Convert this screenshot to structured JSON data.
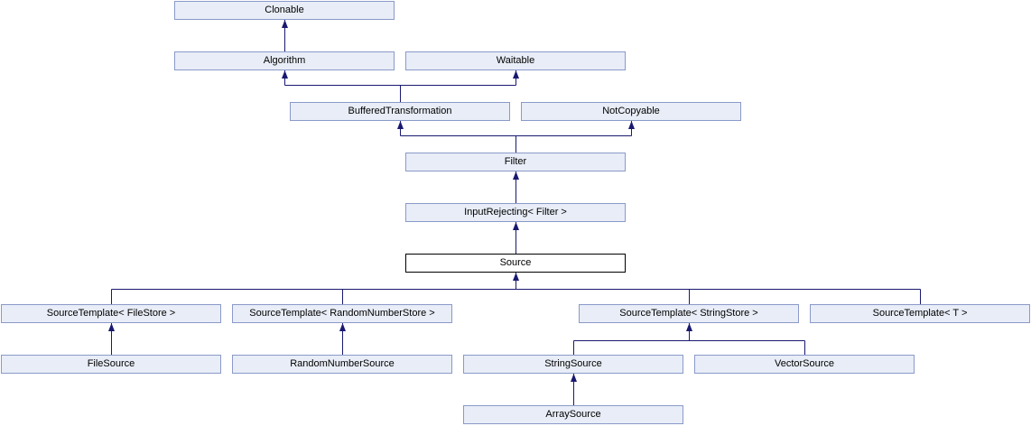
{
  "diagram": {
    "type": "class-inheritance-graph",
    "colors": {
      "node_fill": "#e8edf7",
      "node_border": "#8a9ac8",
      "current_node_fill": "#ffffff",
      "current_node_border": "#000000",
      "edge": "#191970",
      "text": "#000000",
      "background": "#ffffff"
    },
    "nodes": [
      {
        "id": "clonable",
        "label": "Clonable",
        "current": false
      },
      {
        "id": "algorithm",
        "label": "Algorithm",
        "current": false
      },
      {
        "id": "waitable",
        "label": "Waitable",
        "current": false
      },
      {
        "id": "buffered-transformation",
        "label": "BufferedTransformation",
        "current": false
      },
      {
        "id": "not-copyable",
        "label": "NotCopyable",
        "current": false
      },
      {
        "id": "filter",
        "label": "Filter",
        "current": false
      },
      {
        "id": "input-rejecting-filter",
        "label": "InputRejecting< Filter >",
        "current": false
      },
      {
        "id": "source",
        "label": "Source",
        "current": true
      },
      {
        "id": "source-template-file-store",
        "label": "SourceTemplate< FileStore >",
        "current": false
      },
      {
        "id": "source-template-random-number-store",
        "label": "SourceTemplate< RandomNumberStore >",
        "current": false
      },
      {
        "id": "source-template-string-store",
        "label": "SourceTemplate< StringStore >",
        "current": false
      },
      {
        "id": "source-template-t",
        "label": "SourceTemplate< T >",
        "current": false
      },
      {
        "id": "file-source",
        "label": "FileSource",
        "current": false
      },
      {
        "id": "random-number-source",
        "label": "RandomNumberSource",
        "current": false
      },
      {
        "id": "string-source",
        "label": "StringSource",
        "current": false
      },
      {
        "id": "vector-source",
        "label": "VectorSource",
        "current": false
      },
      {
        "id": "array-source",
        "label": "ArraySource",
        "current": false
      }
    ],
    "edges": [
      {
        "from": "Algorithm",
        "to": "Clonable"
      },
      {
        "from": "BufferedTransformation",
        "to": "Algorithm"
      },
      {
        "from": "BufferedTransformation",
        "to": "Waitable"
      },
      {
        "from": "Filter",
        "to": "BufferedTransformation"
      },
      {
        "from": "Filter",
        "to": "NotCopyable"
      },
      {
        "from": "InputRejecting< Filter >",
        "to": "Filter"
      },
      {
        "from": "Source",
        "to": "InputRejecting< Filter >"
      },
      {
        "from": "SourceTemplate< FileStore >",
        "to": "Source"
      },
      {
        "from": "SourceTemplate< RandomNumberStore >",
        "to": "Source"
      },
      {
        "from": "SourceTemplate< StringStore >",
        "to": "Source"
      },
      {
        "from": "SourceTemplate< T >",
        "to": "Source"
      },
      {
        "from": "FileSource",
        "to": "SourceTemplate< FileStore >"
      },
      {
        "from": "RandomNumberSource",
        "to": "SourceTemplate< RandomNumberStore >"
      },
      {
        "from": "StringSource",
        "to": "SourceTemplate< StringStore >"
      },
      {
        "from": "VectorSource",
        "to": "SourceTemplate< StringStore >"
      },
      {
        "from": "ArraySource",
        "to": "StringSource"
      }
    ]
  }
}
